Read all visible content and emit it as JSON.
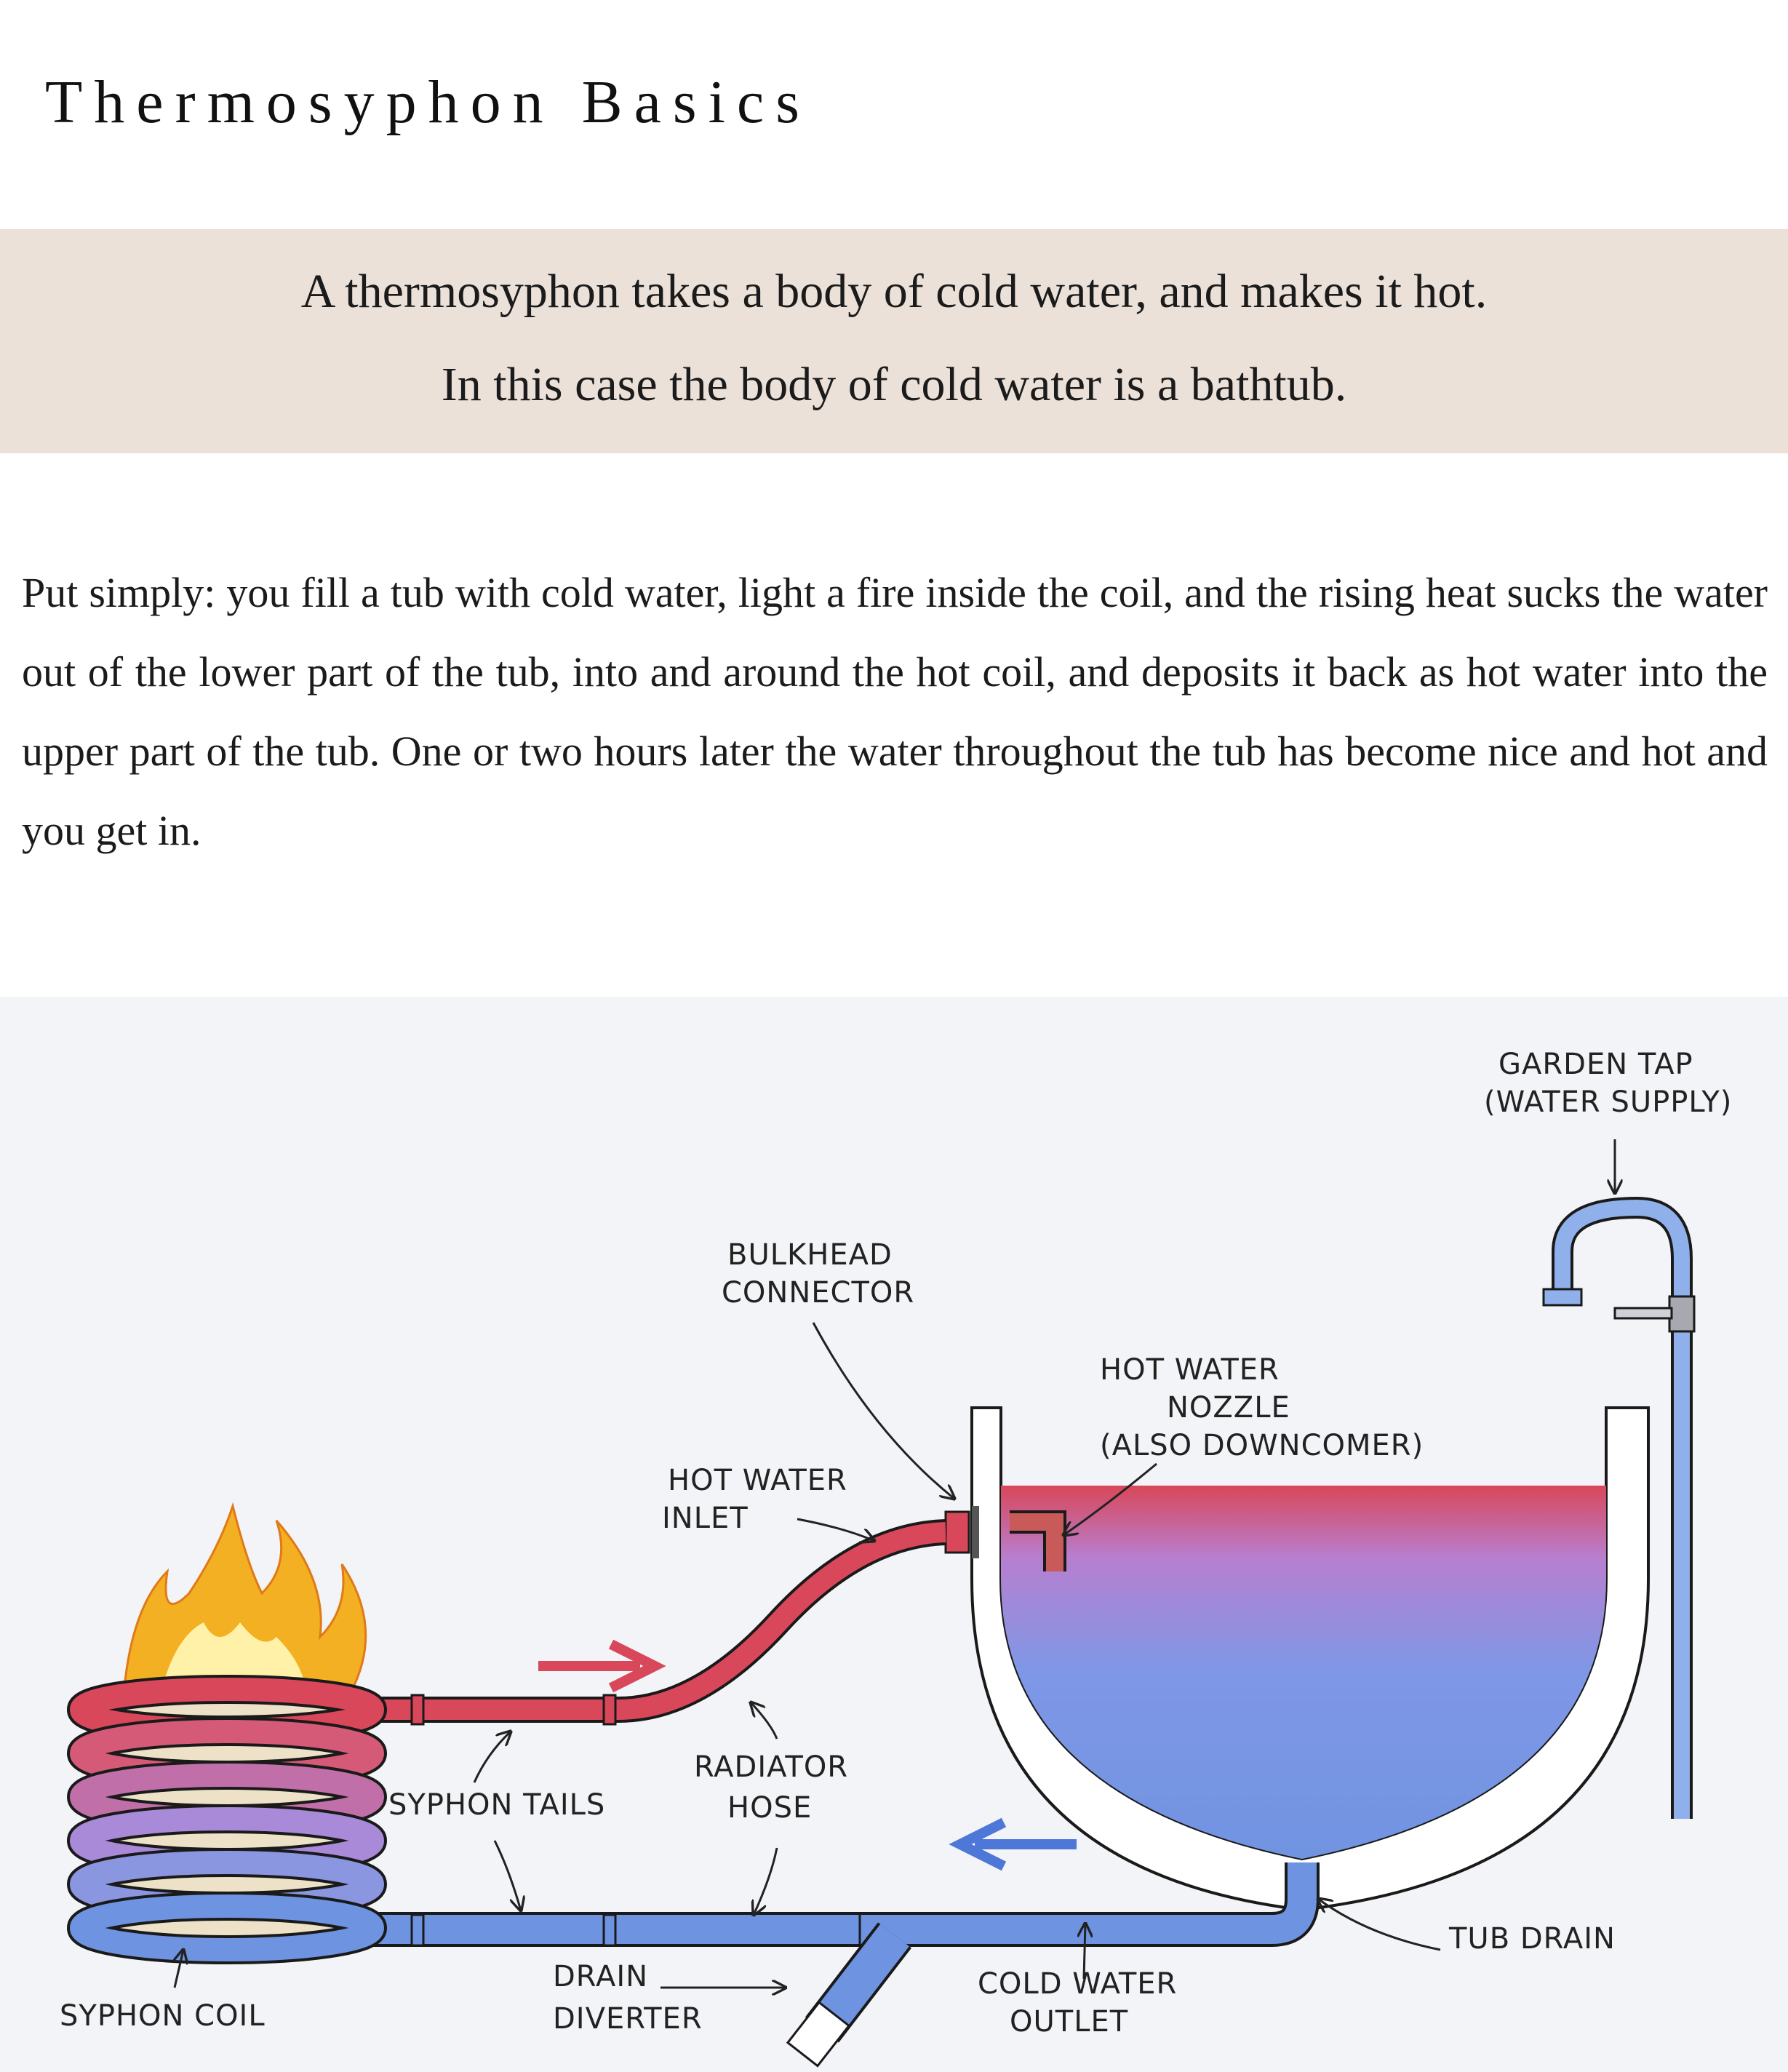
{
  "page": {
    "title": "Thermosyphon Basics"
  },
  "banner": {
    "line1": "A thermosyphon takes a body of cold water, and makes it hot.",
    "line2": "In this case the body of cold water is a bathtub."
  },
  "intro": {
    "text": "Put simply: you fill a tub with cold water, light  a fire inside the coil, and the rising heat sucks the water out of  the lower part of the tub, into and around the hot coil, and deposits it back as hot water into the upper part of the tub.  One or two hours later the water throughout the tub has become nice and hot and you get in."
  },
  "diagram": {
    "labels": {
      "garden_tap_1": "GARDEN TAP",
      "garden_tap_2": "(WATER SUPPLY)",
      "bulkhead_1": "BULKHEAD",
      "bulkhead_2": "CONNECTOR",
      "nozzle_1": "HOT WATER",
      "nozzle_2": "NOZZLE",
      "nozzle_3": "(ALSO DOWNCOMER)",
      "inlet_1": "HOT WATER",
      "inlet_2": "INLET",
      "radiator_1": "RADIATOR",
      "radiator_2": "HOSE",
      "syphon_tails": "SYPHON TAILS",
      "tub_drain": "TUB DRAIN",
      "drain_1": "DRAIN",
      "drain_2": "DIVERTER",
      "cold_1": "COLD WATER",
      "cold_2": "OUTLET",
      "syphon_coil": "SYPHON COIL"
    },
    "colors": {
      "hot": "#d9475a",
      "cold": "#6e93e0",
      "tub_outline": "#1a1a1a",
      "fire_outer": "#f4b023",
      "fire_inner": "#fff1a8"
    }
  }
}
